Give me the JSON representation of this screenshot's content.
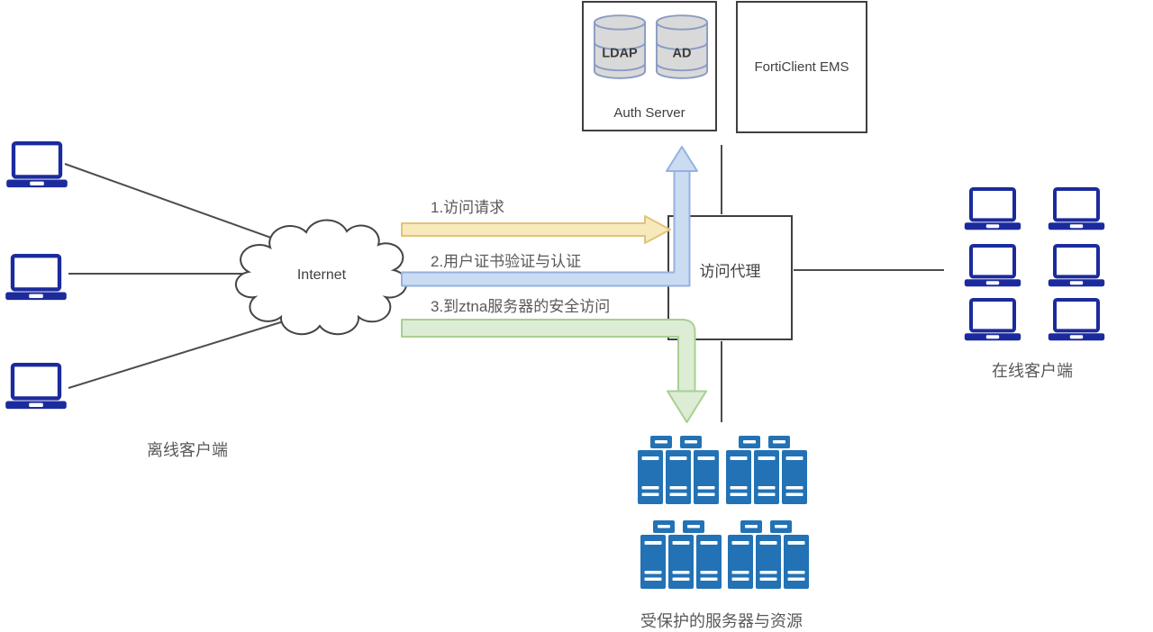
{
  "colors": {
    "laptop_blue": "#1b2b9d",
    "server_blue": "#2272b5",
    "cylinder_gray": "#d9d9d9",
    "box_border": "#3f3f3f",
    "line_gray": "#4d4d4d",
    "label_gray": "#595959",
    "arrow_yellow_fill": "#f8e9bd",
    "arrow_yellow_stroke": "#e2c377",
    "arrow_blue_fill": "#cadcf2",
    "arrow_blue_stroke": "#95b2dd",
    "arrow_green_fill": "#ddecd4",
    "arrow_green_stroke": "#a9cf91"
  },
  "cloud": {
    "label": "Internet"
  },
  "auth_server": {
    "label": "Auth Server",
    "db1": "LDAP",
    "db2": "AD"
  },
  "ems": {
    "label": "FortiClient EMS"
  },
  "proxy": {
    "label": "访问代理"
  },
  "flows": [
    {
      "step": "1",
      "label": "1.访问请求"
    },
    {
      "step": "2",
      "label": "2.用户证书验证与认证"
    },
    {
      "step": "3",
      "label": "3.到ztna服务器的安全访问"
    }
  ],
  "offline_clients": {
    "label": "离线客户端",
    "count": 3
  },
  "online_clients": {
    "label": "在线客户端",
    "count": 6
  },
  "protected_servers": {
    "label": "受保护的服务器与资源",
    "cluster_count": 4
  }
}
